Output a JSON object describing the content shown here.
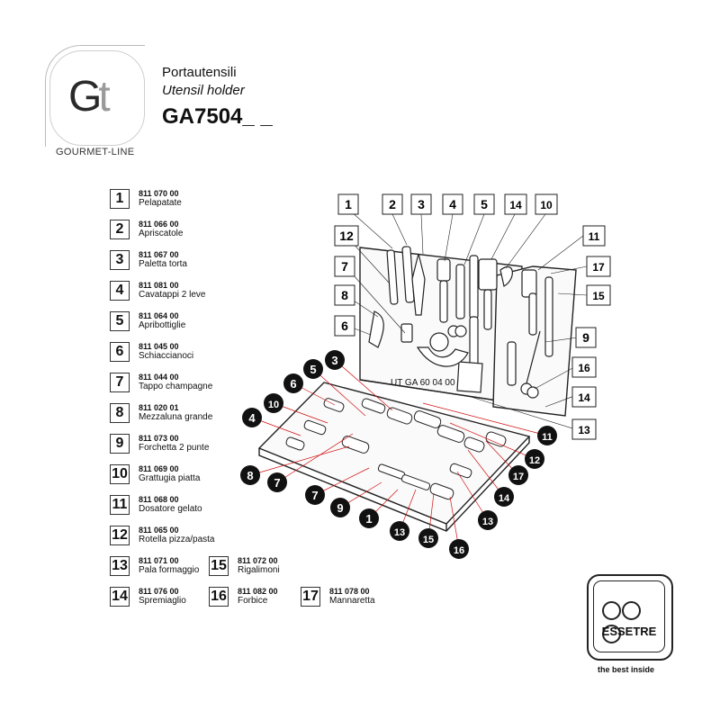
{
  "brand": {
    "logo_text": "Gt",
    "line": "GOURMET-LINE"
  },
  "title": {
    "it": "Portautensili",
    "en": "Utensil holder",
    "code": "GA7504_ _"
  },
  "parts": [
    {
      "num": "1",
      "code": "811 070 00",
      "name": "Pelapatate"
    },
    {
      "num": "2",
      "code": "811 066 00",
      "name": "Apriscatole"
    },
    {
      "num": "3",
      "code": "811 067 00",
      "name": "Paletta torta"
    },
    {
      "num": "4",
      "code": "811 081 00",
      "name": "Cavatappi 2 leve"
    },
    {
      "num": "5",
      "code": "811 064 00",
      "name": "Apribottiglie"
    },
    {
      "num": "6",
      "code": "811 045 00",
      "name": "Schiaccianoci"
    },
    {
      "num": "7",
      "code": "811 044 00",
      "name": "Tappo champagne"
    },
    {
      "num": "8",
      "code": "811 020 01",
      "name": "Mezzaluna grande"
    },
    {
      "num": "9",
      "code": "811 073 00",
      "name": "Forchetta 2 punte"
    },
    {
      "num": "10",
      "code": "811 069 00",
      "name": "Grattugia piatta"
    },
    {
      "num": "11",
      "code": "811 068 00",
      "name": "Dosatore gelato"
    },
    {
      "num": "12",
      "code": "811 065 00",
      "name": "Rotella pizza/pasta"
    },
    {
      "num": "13",
      "code": "811 071 00",
      "name": "Pala formaggio"
    },
    {
      "num": "14",
      "code": "811 076 00",
      "name": "Spremiaglio"
    },
    {
      "num": "15",
      "code": "811 072 00",
      "name": "Rigalimoni"
    },
    {
      "num": "16",
      "code": "811 082 00",
      "name": "Forbice"
    },
    {
      "num": "17",
      "code": "811 078 00",
      "name": "Mannaretta"
    }
  ],
  "diagram": {
    "panel_label": "UT GA 60 04 00",
    "box_callouts": [
      "1",
      "2",
      "3",
      "4",
      "5",
      "14",
      "10",
      "11",
      "17",
      "15",
      "12",
      "7",
      "8",
      "6",
      "9",
      "16",
      "14",
      "13"
    ],
    "circle_callouts": [
      "3",
      "5",
      "6",
      "10",
      "4",
      "8",
      "7",
      "7",
      "9",
      "1",
      "13",
      "15",
      "16",
      "11",
      "12",
      "17",
      "14",
      "13"
    ]
  },
  "essetre": {
    "name": "ESSETRE",
    "tagline": "the best inside"
  }
}
